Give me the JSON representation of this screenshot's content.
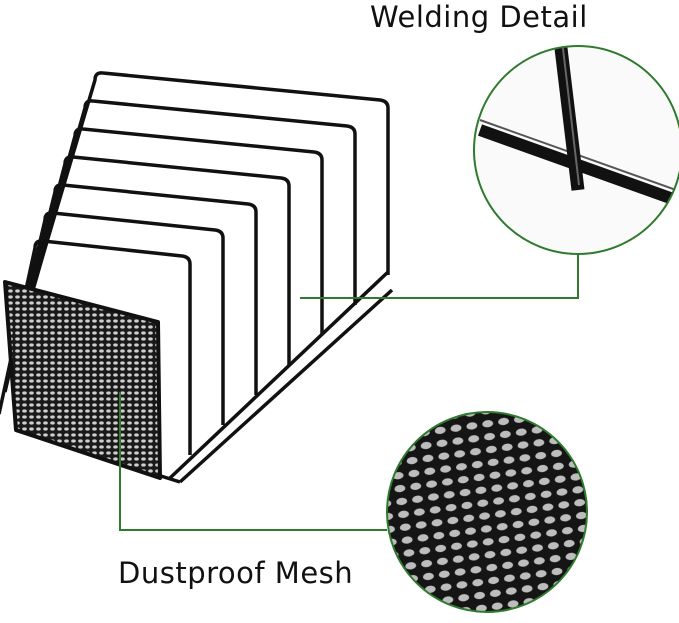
{
  "callouts": {
    "welding": {
      "label": "Welding Detail"
    },
    "mesh": {
      "label": "Dustproof Mesh"
    }
  },
  "colors": {
    "callout": "#2f7a2f",
    "wire": "#111111"
  },
  "rack": {
    "dividers": 7
  }
}
